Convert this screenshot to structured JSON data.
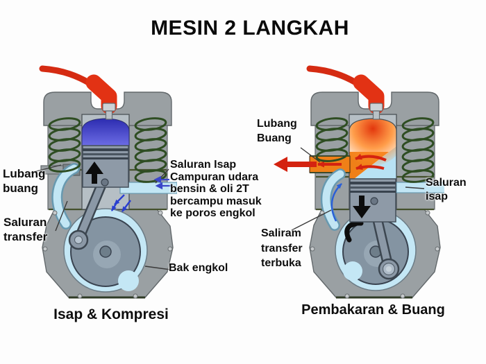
{
  "title": "MESIN 2 LANGKAH",
  "left_diagram": {
    "caption": "Isap & Kompresi",
    "labels": {
      "lubang_buang": "Lubang\nbuang",
      "saluran_transfer": "Saluran\ntransfer",
      "saluran_isap_desc": "Saluran Isap\nCampuran udara\nbensin & oli 2T\nbercampu masuk\nke poros engkol",
      "bak_engkol": "Bak engkol"
    }
  },
  "right_diagram": {
    "caption": "Pembakaran & Buang",
    "labels": {
      "lubang_buang": "Lubang\nBuang",
      "saluran_isap": "Saluran\nisap",
      "saluran_transfer_terbuka": "Saliram\ntransfer\nterbuka"
    }
  },
  "icons": {
    "left_piston_arrow": "arrow-up",
    "right_piston_arrow": "arrow-down",
    "rotation_arrow": "curved-arrow",
    "exhaust_arrow": "arrow-left",
    "intake_arrows": "small-arrows-left"
  },
  "colors": {
    "engine_body": "#9aa0a3",
    "fin_green": "#2e4d22",
    "fresh_charge_blue": "#c4e7f5",
    "compressed_charge_blue": "#3c3cc0",
    "combustion_red": "#e12c00",
    "exhaust_orange": "#ef8018",
    "spark_wire_red": "#d52b12",
    "flow_arrow_blue": "#2a3fd0",
    "text": "#0d0d0d"
  }
}
